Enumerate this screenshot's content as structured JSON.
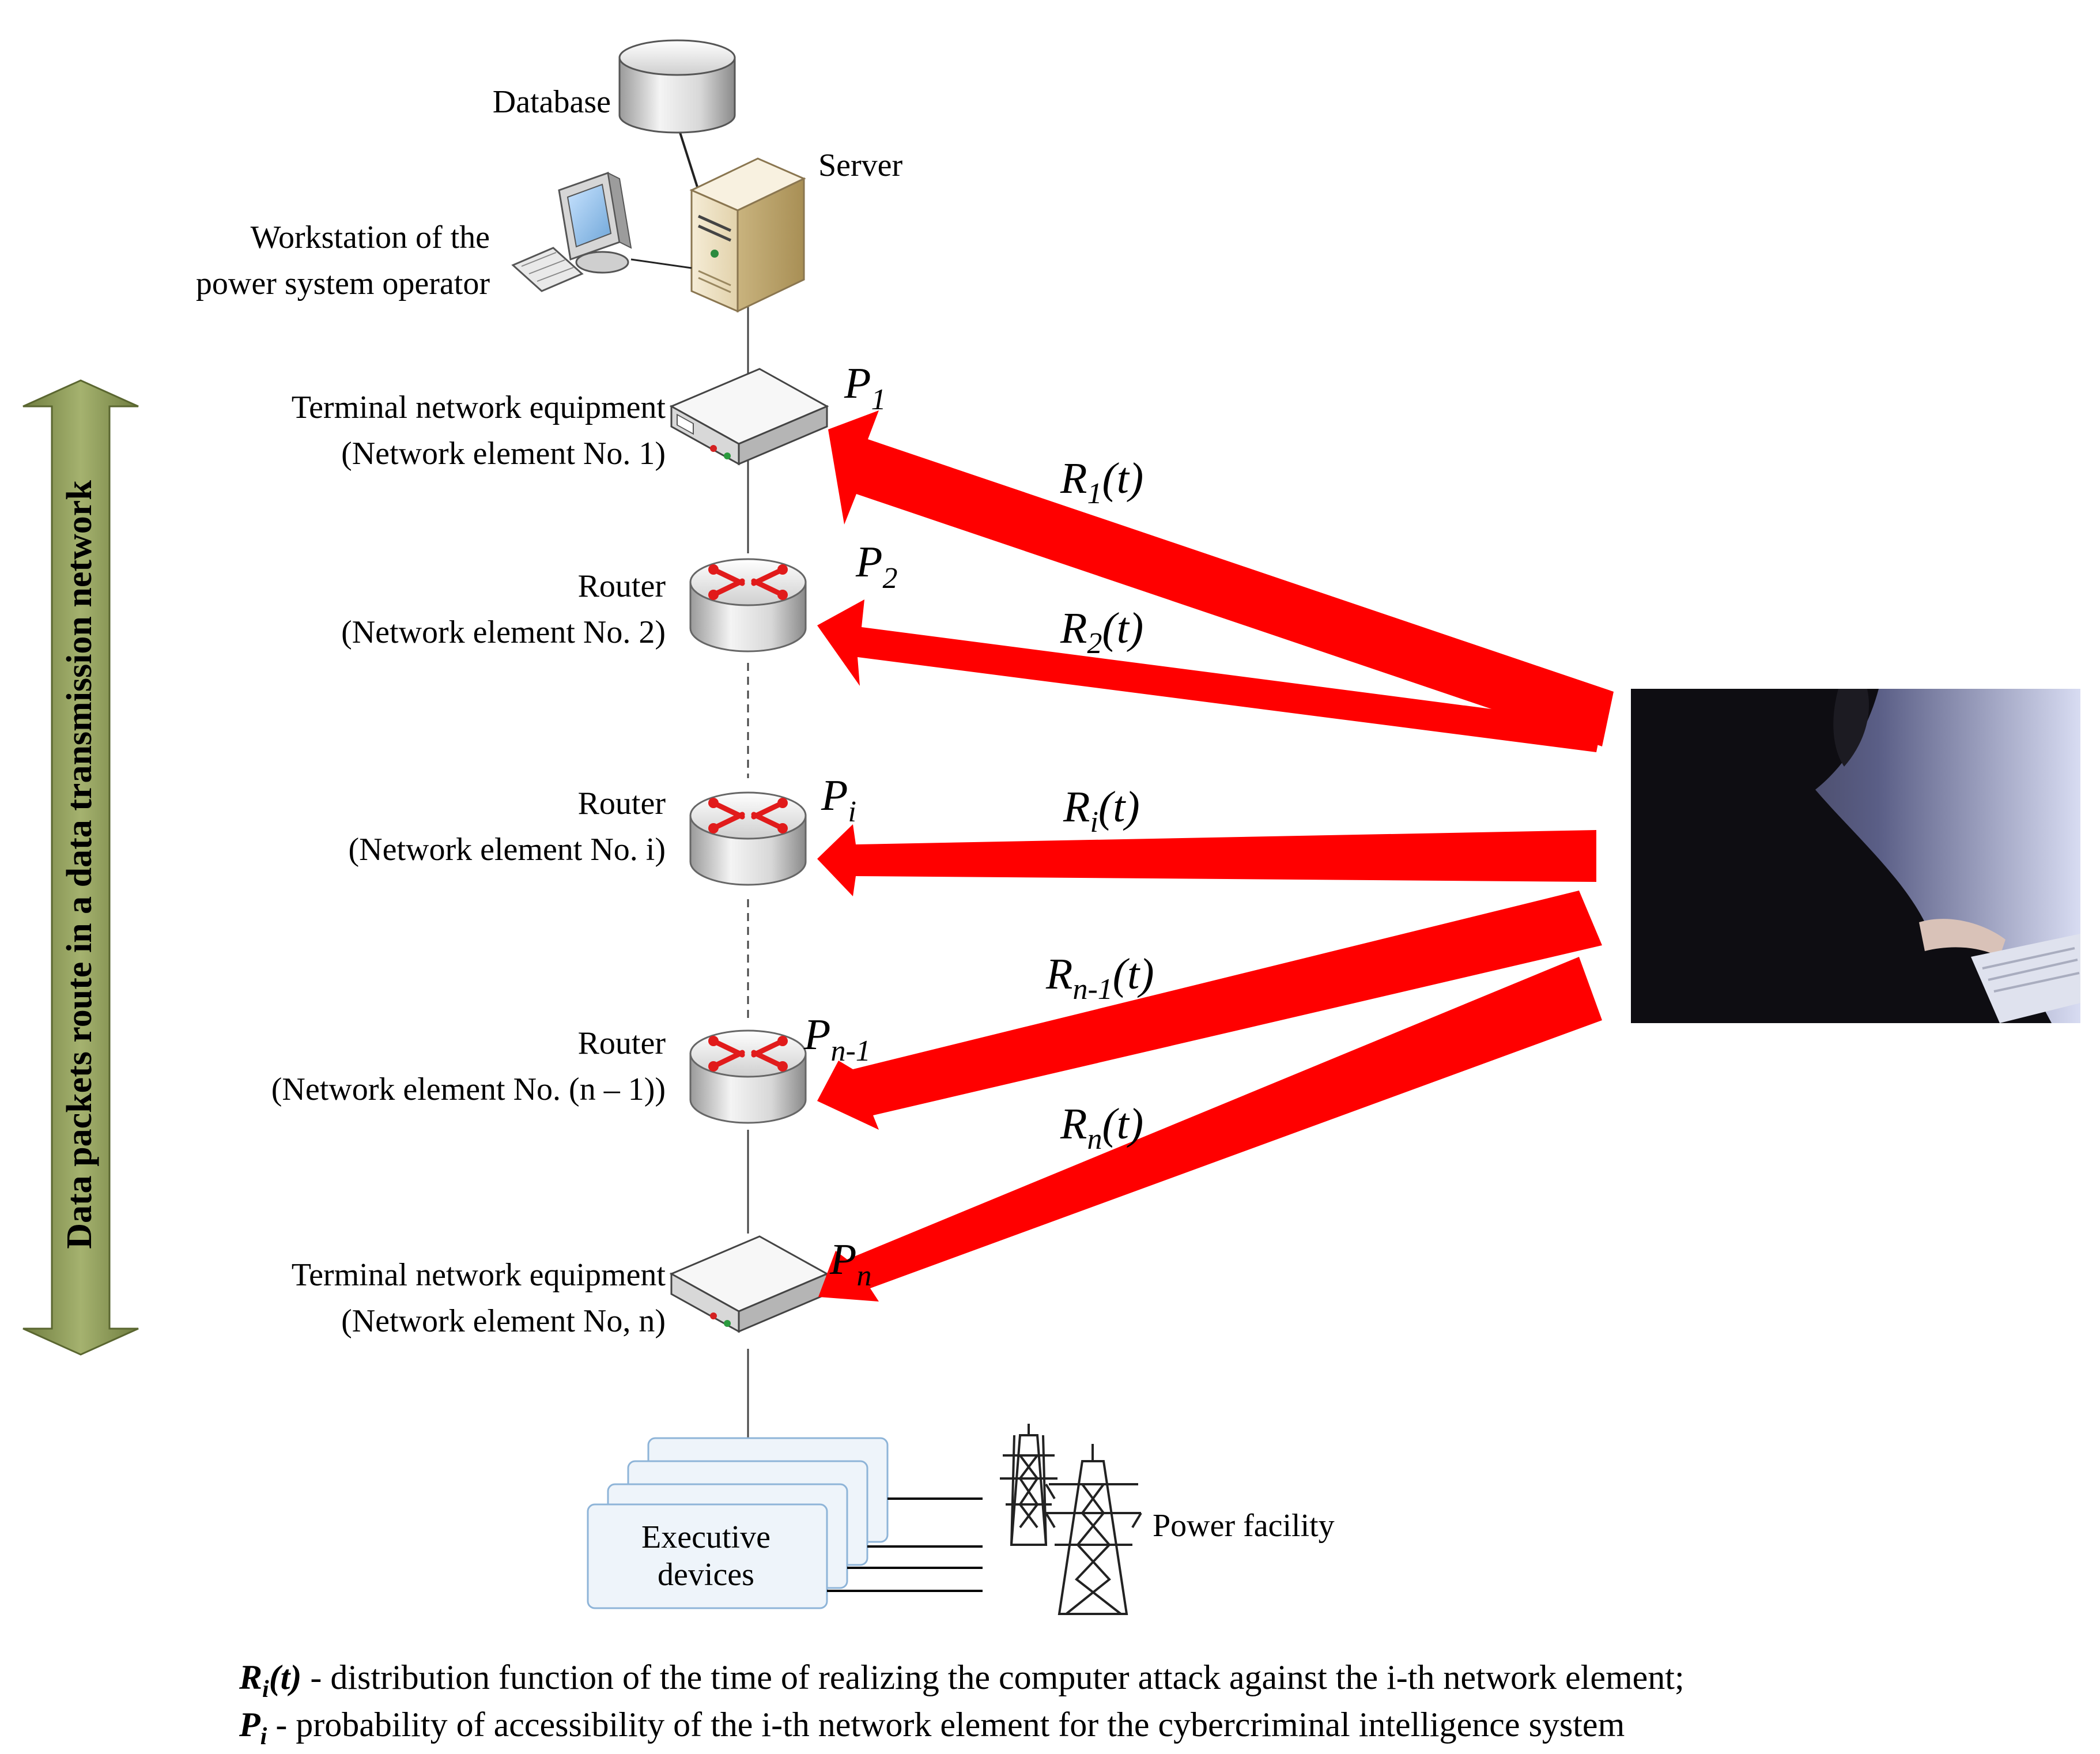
{
  "diagram": {
    "top_labels": {
      "database": "Database",
      "server": "Server",
      "workstation_line1": "Workstation of the",
      "workstation_line2": "power system operator"
    },
    "side_arrow_label": "Data packets route in a data transmission network",
    "elements": [
      {
        "kind": "terminal",
        "line1": "Terminal network equipment",
        "line2": "(Network element No. 1)",
        "p_main": "P",
        "p_sub": "1",
        "r_main": "R",
        "r_sub": "1",
        "r_tail": "(t)"
      },
      {
        "kind": "router",
        "line1": "Router",
        "line2": "(Network element No. 2)",
        "p_main": "P",
        "p_sub": "2",
        "r_main": "R",
        "r_sub": "2",
        "r_tail": "(t)"
      },
      {
        "kind": "router",
        "line1": "Router",
        "line2": "(Network element No. i)",
        "p_main": "P",
        "p_sub": "i",
        "r_main": "R",
        "r_sub": "i",
        "r_tail": "(t)"
      },
      {
        "kind": "router",
        "line1": "Router",
        "line2": "(Network element No. (n – 1))",
        "p_main": "P",
        "p_sub": "n-1",
        "r_main": "R",
        "r_sub": "n-1",
        "r_tail": "(t)"
      },
      {
        "kind": "terminal",
        "line1": "Terminal network equipment",
        "line2": "(Network element No, n)",
        "p_main": "P",
        "p_sub": "n",
        "r_main": "R",
        "r_sub": "n",
        "r_tail": "(t)"
      }
    ],
    "executive_line1": "Executive",
    "executive_line2": "devices",
    "power_facility": "Power facility",
    "legend": {
      "r_term": "Ri(t)",
      "r_text": " - distribution function of the  time of realizing the computer attack against the i-th network element;",
      "p_term": "Pi",
      "p_text": " - probability of accessibility of the i-th network element for the cybercriminal intelligence system"
    },
    "colors": {
      "attack_arrow": "#ff0000",
      "side_arrow_fill": "#8c9a5b",
      "router_icon": "#e11b1b",
      "executive_box": "#eef4fa",
      "executive_border": "#8eb4d8"
    },
    "icons": [
      "database-icon",
      "server-icon",
      "workstation-icon",
      "terminal-icon",
      "router-icon",
      "hacker-image",
      "transmission-tower-icon"
    ]
  }
}
